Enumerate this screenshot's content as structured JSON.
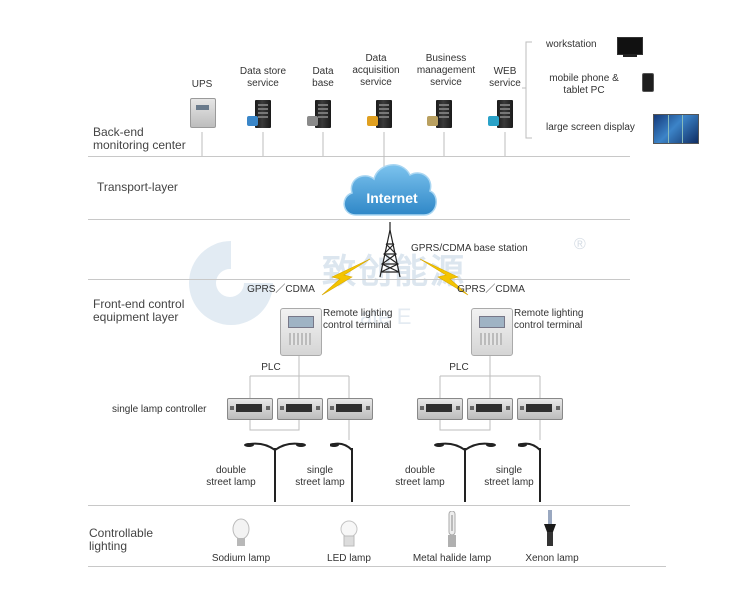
{
  "layers": {
    "backend": "Back-end\nmonitoring center",
    "transport": "Transport-layer",
    "frontend": "Front-end control\nequipment layer",
    "lighting": "Controllable\nlighting"
  },
  "backend_nodes": [
    {
      "label": "UPS",
      "icon": "ups-icon"
    },
    {
      "label": "Data store\nservice",
      "icon": "server-icon"
    },
    {
      "label": "Data\nbase",
      "icon": "server-icon"
    },
    {
      "label": "Data\nacquisition\nservice",
      "icon": "server-icon"
    },
    {
      "label": "Business\nmanagement\nservice",
      "icon": "server-icon"
    },
    {
      "label": "WEB\nservice",
      "icon": "server-icon"
    }
  ],
  "clients": [
    {
      "label": "workstation",
      "icon": "monitor-icon"
    },
    {
      "label": "mobile phone &\ntablet PC",
      "icon": "phone-icon"
    },
    {
      "label": "large screen display",
      "icon": "large-screen-icon"
    }
  ],
  "internet_label": "Internet",
  "base_station_label": "GPRS/CDMA base station",
  "watermark": {
    "cn": "致创能源",
    "en": "ate E",
    "mark": "®"
  },
  "left_branch": {
    "gprs": "GPRS／CDMA",
    "terminal": "Remote lighting\ncontrol terminal",
    "plc": "PLC",
    "controller_label": "single lamp controller",
    "lamp_a": "double\nstreet lamp",
    "lamp_b": "single\nstreet lamp"
  },
  "right_branch": {
    "gprs": "GPRS／CDMA",
    "terminal": "Remote lighting\ncontrol terminal",
    "plc": "PLC",
    "lamp_a": "double\nstreet lamp",
    "lamp_b": "single\nstreet lamp"
  },
  "lamp_types": [
    {
      "label": "Sodium lamp",
      "icon": "sodium-bulb-icon"
    },
    {
      "label": "LED lamp",
      "icon": "led-bulb-icon"
    },
    {
      "label": "Metal halide lamp",
      "icon": "metal-halide-bulb-icon"
    },
    {
      "label": "Xenon lamp",
      "icon": "xenon-bulb-icon"
    }
  ],
  "colors": {
    "cloud": "#4a9fd8",
    "lightning": "#f2c200",
    "rule": "#c8c8c8"
  }
}
